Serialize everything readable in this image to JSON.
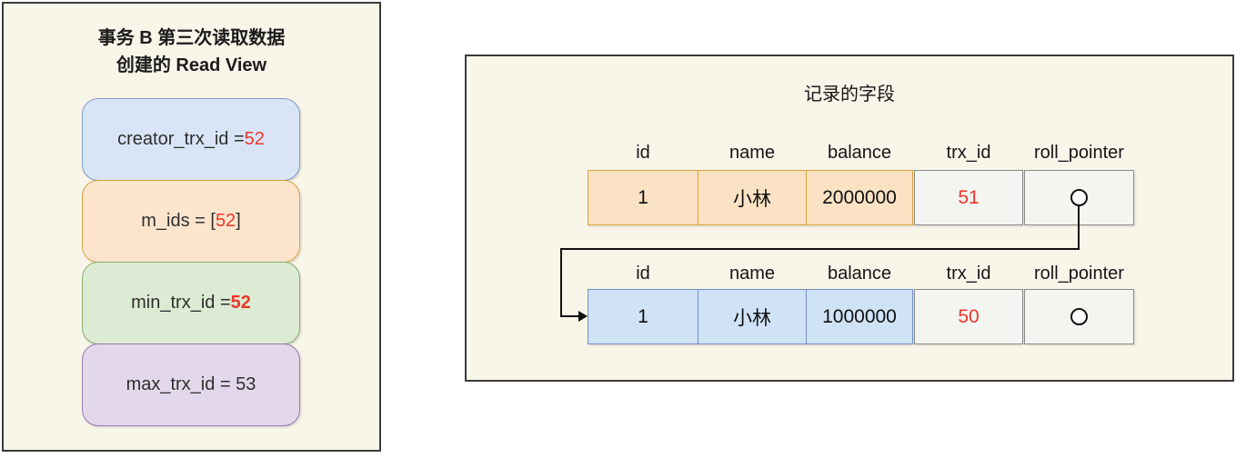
{
  "read_view_panel": {
    "title_line1": "事务 B 第三次读取数据",
    "title_line2": "创建的 Read View",
    "boxes": [
      {
        "name": "creator_trx_id",
        "prefix": "creator_trx_id = ",
        "value": "52",
        "suffix": ""
      },
      {
        "name": "m_ids",
        "prefix": "m_ids = [",
        "value": "52",
        "suffix": "]"
      },
      {
        "name": "min_trx_id",
        "prefix": "min_trx_id = ",
        "value": "52",
        "suffix": ""
      },
      {
        "name": "max_trx_id",
        "prefix": "max_trx_id = 53",
        "value": "",
        "suffix": ""
      }
    ]
  },
  "record_panel": {
    "title": "记录的字段",
    "headers": [
      "id",
      "name",
      "balance",
      "trx_id",
      "roll_pointer"
    ],
    "rows": [
      {
        "id": "1",
        "name": "小林",
        "balance": "2000000",
        "trx_id": "51",
        "roll_pointer_icon": "circle-icon",
        "theme": "orange"
      },
      {
        "id": "1",
        "name": "小林",
        "balance": "1000000",
        "trx_id": "50",
        "roll_pointer_icon": "circle-icon",
        "theme": "blue"
      }
    ],
    "link": "row1.roll_pointer -> row2 (undo log version chain arrow)"
  },
  "colors": {
    "panel_fill": "#F8F5E9",
    "panel_border": "#3b3b3b",
    "red_value": "#EB372C",
    "box_blue_fill": "#D9E5F7",
    "box_blue_border": "#7E9CC9",
    "box_orange_fill": "#FCE5CC",
    "box_orange_border": "#D9A33C",
    "box_green_fill": "#DCEBD3",
    "box_green_border": "#83AE69",
    "box_purple_fill": "#E3D8EB",
    "box_purple_border": "#987AB3",
    "cell_orange_fill": "#FBE2C4",
    "cell_orange_border": "#D8A43C",
    "cell_blue_fill": "#CFE2F6",
    "cell_blue_border": "#7191C4",
    "cell_gray_fill": "#F4F4F1",
    "cell_gray_border": "#8a8a8a"
  }
}
